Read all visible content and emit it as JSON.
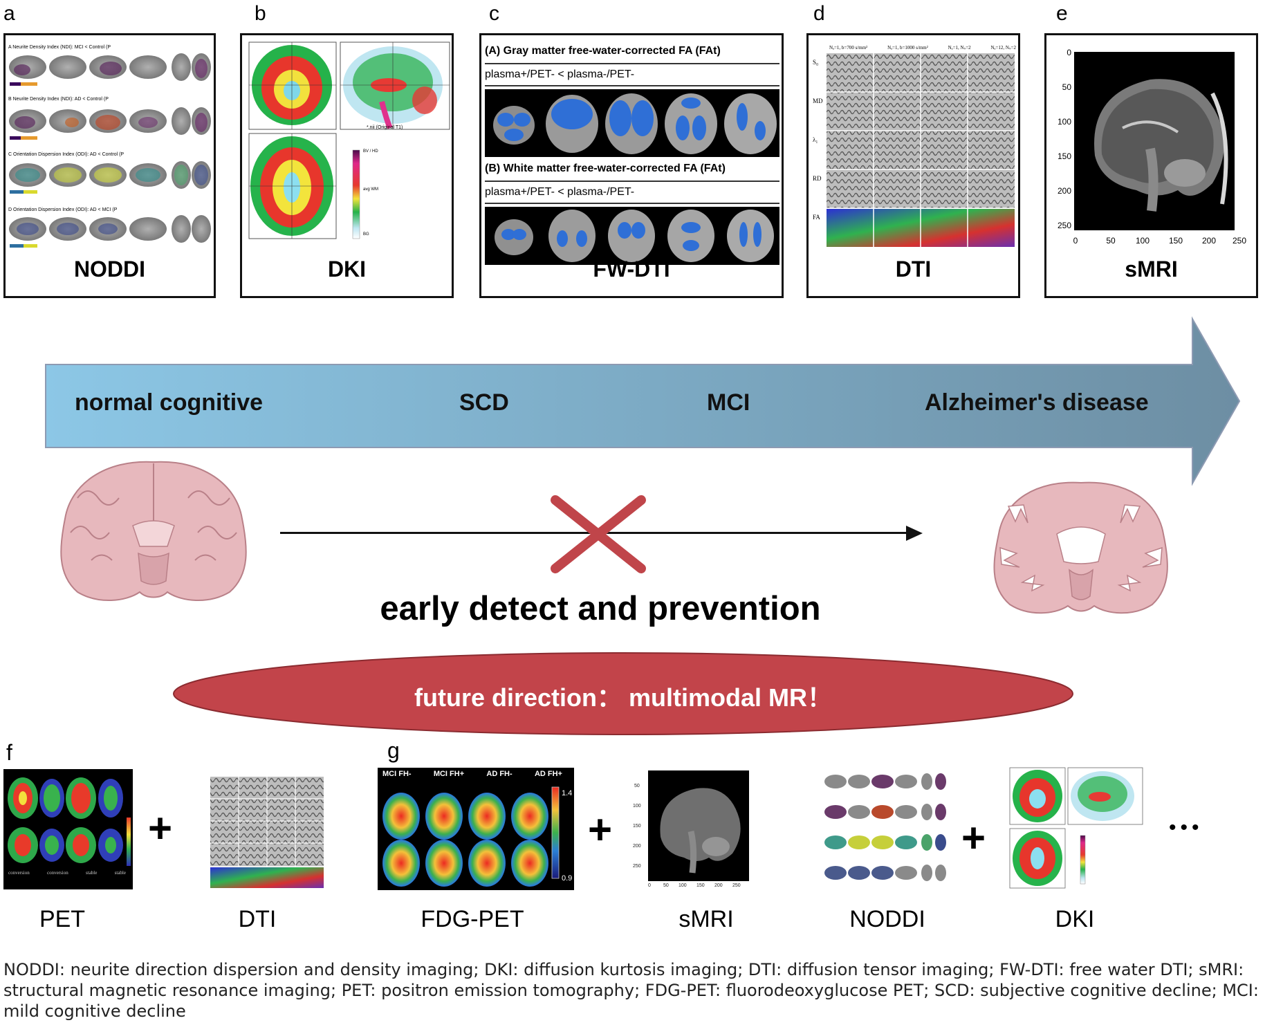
{
  "panels": [
    {
      "letter": "a",
      "title": "NODDI"
    },
    {
      "letter": "b",
      "title": "DKI"
    },
    {
      "letter": "c",
      "title": "FW-DTI"
    },
    {
      "letter": "d",
      "title": "DTI"
    },
    {
      "letter": "e",
      "title": "sMRI"
    }
  ],
  "noddi_rows": [
    "A  Neurite Density Index (NDI): MCI < Control (P",
    "B  Neurite Density Index (NDI): AD < Control (P",
    "C  Orientation Dispersion Index (ODI): AD < Control (P",
    "D  Orientation Dispersion Index (ODI): AD < MCI (P"
  ],
  "dki_texts": {
    "colorbar_top": "BV / HD",
    "colorbar_mid": "avg WM",
    "colorbar_bot": "BG",
    "file": "*.nii (Original T1)"
  },
  "fwdti": {
    "a_title": "(A) Gray matter free-water-corrected FA (FAt)",
    "a_sub": "plasma+/PET- < plasma-/PET-",
    "b_title": "(B) White matter free-water-corrected FA (FAt)",
    "b_sub": "plasma+/PET- < plasma-/PET-"
  },
  "dti": {
    "cols": [
      "Nₐ=1, b=700 s/mm²",
      "Nₐ=1, b=1000 s/mm²",
      "Nₐ=1, Nₛ=2",
      "Nₐ=12, Nₛ=2"
    ],
    "rows": [
      "S₀",
      "MD",
      "λ₁",
      "RD",
      "FA"
    ]
  },
  "smri_axes": {
    "y_ticks": [
      "0",
      "50",
      "100",
      "150",
      "200",
      "250"
    ],
    "x_ticks": [
      "0",
      "50",
      "100",
      "150",
      "200",
      "250"
    ]
  },
  "stages": [
    "normal cognitive",
    "SCD",
    "MCI",
    "Alzheimer's disease"
  ],
  "early_detect": "early detect and prevention",
  "future": "future direction： multimodal MR！",
  "bottom_letters": {
    "f": "f",
    "g": "g"
  },
  "bottom_labels": [
    "PET",
    "DTI",
    "FDG-PET",
    "sMRI",
    "NODDI",
    "DKI"
  ],
  "plus_sign": "+",
  "ellipsis": "•••",
  "pet_labels": [
    "conversion",
    "conversion",
    "stable",
    "stable"
  ],
  "fdg": {
    "cols": [
      "MCI FH-",
      "MCI FH+",
      "AD FH-",
      "AD FH+"
    ],
    "scale_top": "1.4",
    "scale_bot": "0.9"
  },
  "caption": "NODDI: neurite direction dispersion and density imaging; DKI: diffusion kurtosis imaging; DTI: diffusion tensor imaging; FW-DTI: free water DTI; sMRI: structural magnetic resonance imaging; PET: positron emission tomography; FDG-PET: fluorodeoxyglucose PET; SCD: subjective cognitive decline; MCI: mild cognitive decline",
  "colors": {
    "arrow_light": "#8cc7e6",
    "arrow_dark": "#6d8ea3",
    "cross": "#c0454a",
    "ellipse": "#c2444a",
    "brain": "#e7b8bd",
    "brain_line": "#b98088"
  }
}
